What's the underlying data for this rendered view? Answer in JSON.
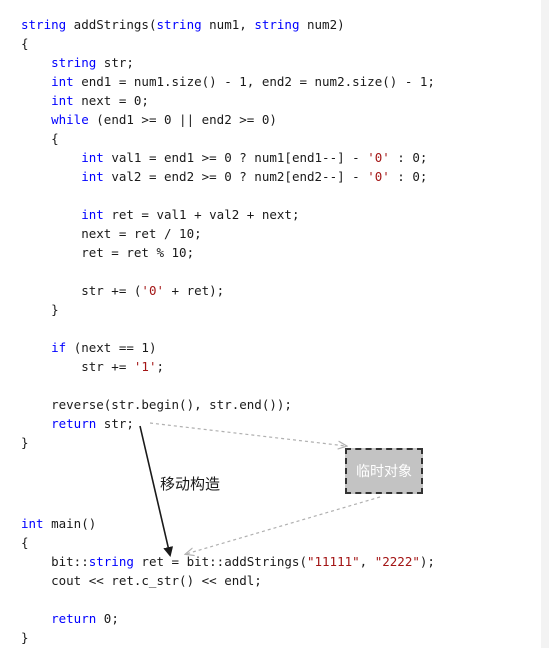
{
  "code_lines": [
    "string addStrings(string num1, string num2)",
    "{",
    "    string str;",
    "    int end1 = num1.size() - 1, end2 = num2.size() - 1;",
    "    int next = 0;",
    "    while (end1 >= 0 || end2 >= 0)",
    "    {",
    "        int val1 = end1 >= 0 ? num1[end1--] - '0' : 0;",
    "        int val2 = end2 >= 0 ? num2[end2--] - '0' : 0;",
    "",
    "        int ret = val1 + val2 + next;",
    "        next = ret / 10;",
    "        ret = ret % 10;",
    "",
    "        str += ('0' + ret);",
    "    }",
    "",
    "    if (next == 1)",
    "        str += '1';",
    "",
    "    reverse(str.begin(), str.end());",
    "    return str;",
    "}",
    "",
    "",
    "",
    "int main()",
    "{",
    "    bit::string ret = bit::addStrings(\"11111\", \"2222\");",
    "    cout << ret.c_str() << endl;",
    "",
    "    return 0;",
    "}"
  ],
  "annotations": {
    "move_label": "移动构造",
    "temp_object_label": "临时对象"
  },
  "colors": {
    "keyword": "#0000ff",
    "type": "#2b91af",
    "string": "#a31515",
    "box_fill": "#c3c3c3",
    "arrow": "#1a1a1a",
    "dotted_arrow": "#b0b0b0"
  }
}
